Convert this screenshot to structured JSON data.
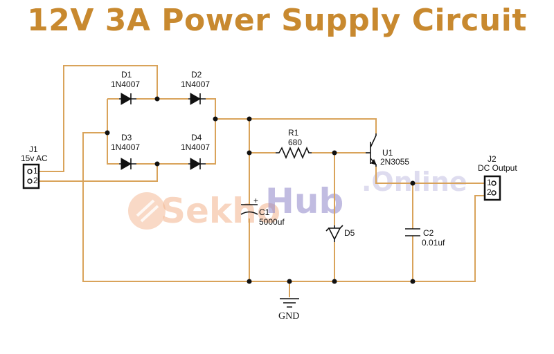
{
  "title": "12V 3A Power Supply Circuit",
  "watermark": {
    "part1": "Sekho",
    "part2": "Hub",
    "part3": ".Online"
  },
  "components": {
    "j1": {
      "ref": "J1",
      "value": "15v AC",
      "pin1": "1",
      "pin2": "2"
    },
    "d1": {
      "ref": "D1",
      "value": "1N4007"
    },
    "d2": {
      "ref": "D2",
      "value": "1N4007"
    },
    "d3": {
      "ref": "D3",
      "value": "1N4007"
    },
    "d4": {
      "ref": "D4",
      "value": "1N4007"
    },
    "r1": {
      "ref": "R1",
      "value": "680"
    },
    "u1": {
      "ref": "U1",
      "value": "2N3055"
    },
    "c1": {
      "ref": "C1",
      "value": "5000uf",
      "polarity": "+"
    },
    "d5": {
      "ref": "D5"
    },
    "c2": {
      "ref": "C2",
      "value": "0.01uf"
    },
    "j2": {
      "ref": "J2",
      "value": "DC Output",
      "pin1": "1",
      "pin2": "2"
    },
    "gnd": {
      "label": "GND"
    }
  },
  "colors": {
    "wire": "#d9a35a",
    "title": "#c8892f",
    "component": "#111111"
  }
}
